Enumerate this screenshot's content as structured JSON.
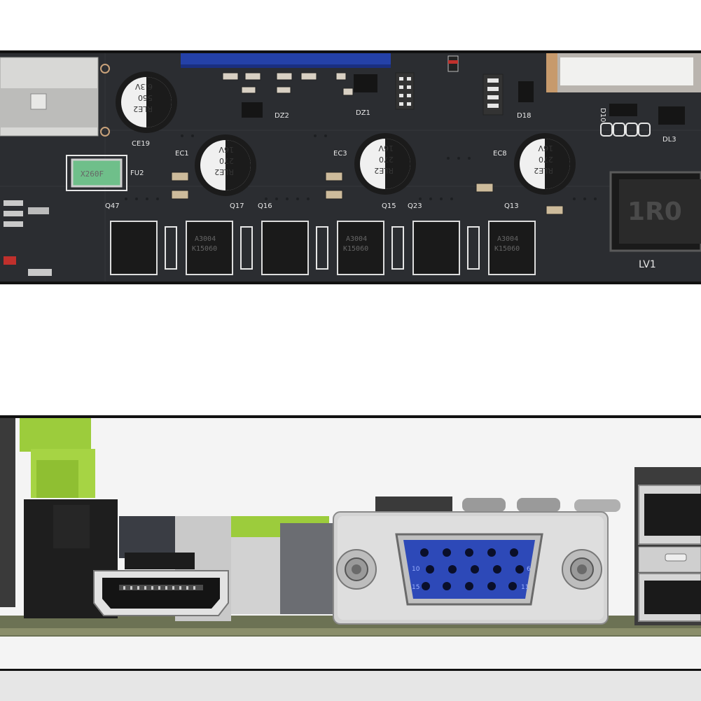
{
  "top_board": {
    "capacitors": [
      {
        "ref": "CE19",
        "lines": [
          "6.3V",
          "560",
          "RLE2"
        ]
      },
      {
        "ref": "EC1",
        "lines": [
          "16V",
          "270",
          "RLE2"
        ]
      },
      {
        "ref": "EC3",
        "lines": [
          "16V",
          "270",
          "RLE2"
        ]
      },
      {
        "ref": "EC8",
        "lines": [
          "16V",
          "270",
          "RLE2"
        ]
      }
    ],
    "fuse": {
      "ref": "FU2",
      "marking": "X260F"
    },
    "diodes": [
      "DZ2",
      "DZ1",
      "D18",
      "DL3",
      "D10"
    ],
    "transistors": [
      "Q47",
      "Q17",
      "Q16",
      "Q15",
      "Q23",
      "Q13"
    ],
    "mosfet_marking": [
      "A3004",
      "K15060"
    ],
    "inductor": {
      "marking": "1R0",
      "ref": "LV1"
    }
  },
  "bottom_board": {
    "vga_pins": [
      "10",
      "6",
      "15",
      "11"
    ],
    "colors": {
      "pcb_green": "#9ccc3c",
      "vga_blue": "#2d49b8",
      "bracket_silver": "#d4d4d4"
    }
  }
}
